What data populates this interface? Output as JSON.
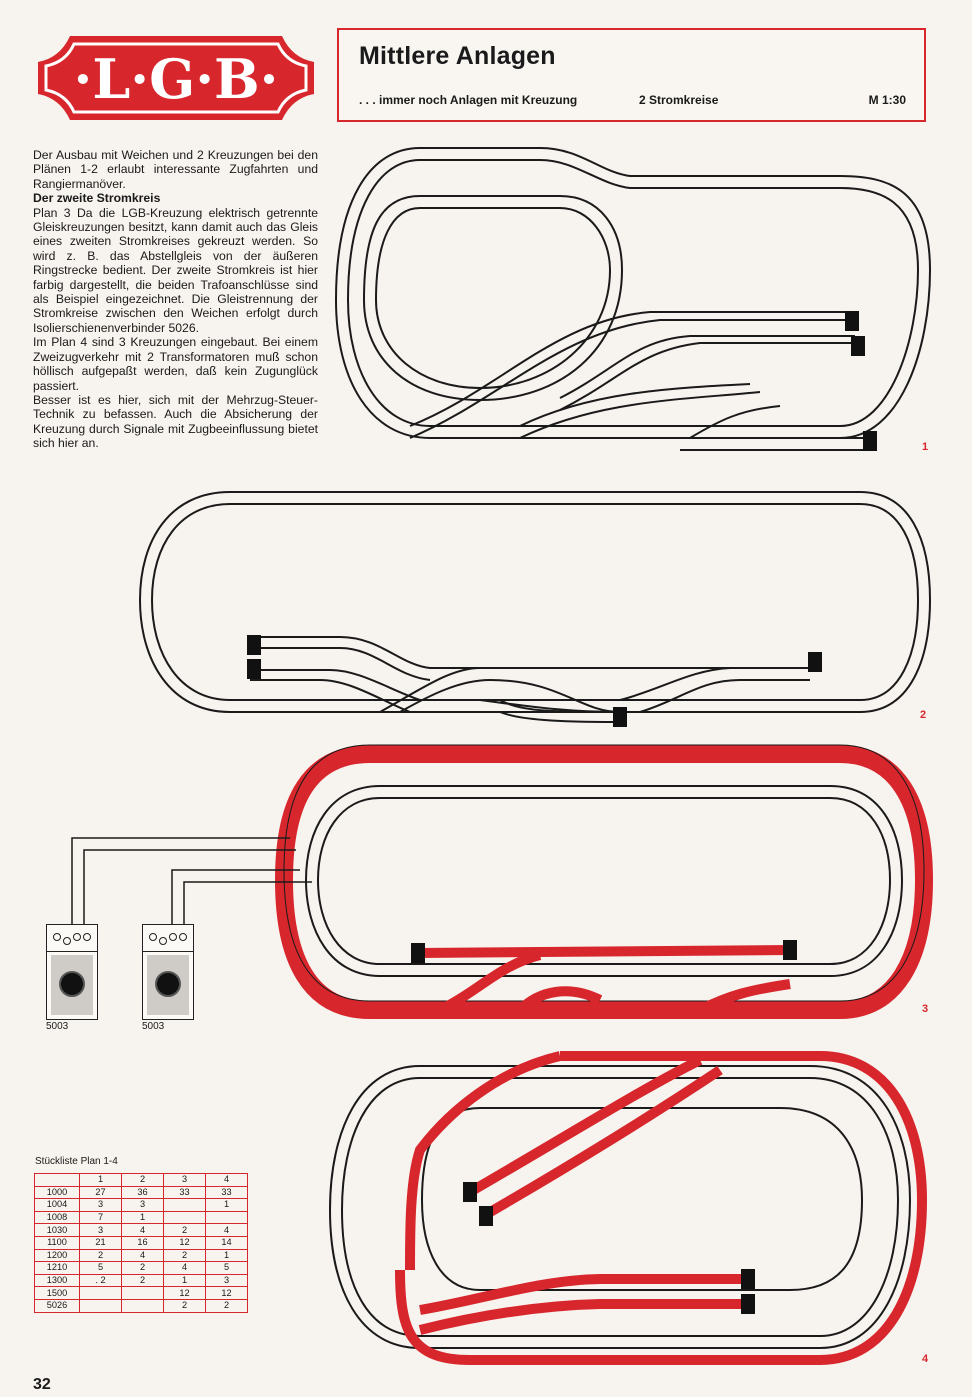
{
  "brand": {
    "logo_text": "·L·G·B·"
  },
  "header": {
    "title": "Mittlere Anlagen",
    "subtitle": ". . . immer noch Anlagen mit Kreuzung",
    "circuits": "2 Stromkreise",
    "scale": "M 1:30"
  },
  "intro": {
    "p1": "Der Ausbau mit Weichen und 2 Kreuzungen bei den Plänen 1-2 erlaubt interessante Zugfahrten und Rangiermanöver.",
    "subheading": "Der zweite Stromkreis",
    "p2": "Plan 3 Da die LGB-Kreuzung elektrisch getrennte Gleiskreuzungen besitzt, kann damit auch das Gleis eines zweiten Stromkreises gekreuzt werden. So wird z. B. das Abstellgleis von der äußeren Ringstrecke bedient. Der zweite Stromkreis ist hier farbig dargestellt, die beiden Trafoanschlüsse sind als Beispiel eingezeichnet. Die Gleistrennung der Stromkreise zwischen den Weichen erfolgt durch Isolierschienenverbinder 5026.",
    "p3": "Im Plan 4 sind 3 Kreuzungen eingebaut. Bei einem Zweizugverkehr mit 2 Transformatoren muß schon höllisch aufgepaßt werden, daß kein Zugunglück passiert.",
    "p4": "Besser ist es hier, sich mit der Mehrzug-Steuer-Technik zu befassen. Auch die Absicherung der Kreuzung durch Signale mit Zugbeeinflussung bietet sich hier an."
  },
  "plans": {
    "n1": "1",
    "n2": "2",
    "n3": "3",
    "n4": "4"
  },
  "transformers": [
    {
      "label": "5003"
    },
    {
      "label": "5003"
    }
  ],
  "parts_list": {
    "title": "Stückliste Plan 1-4",
    "headers": [
      "",
      "1",
      "2",
      "3",
      "4"
    ],
    "rows": [
      [
        "1000",
        "27",
        "36",
        "33",
        "33"
      ],
      [
        "1004",
        "3",
        "3",
        "",
        "1"
      ],
      [
        "1008",
        "7",
        "1",
        "",
        ""
      ],
      [
        "1030",
        "3",
        "4",
        "2",
        "4"
      ],
      [
        "1100",
        "21",
        "16",
        "12",
        "14"
      ],
      [
        "1200",
        "2",
        "4",
        "2",
        "1"
      ],
      [
        "1210",
        "5",
        "2",
        "4",
        "5"
      ],
      [
        "1300",
        ". 2",
        "2",
        "1",
        "3"
      ],
      [
        "1500",
        "",
        "",
        "12",
        "12"
      ],
      [
        "5026",
        "",
        "",
        "2",
        "2"
      ]
    ]
  },
  "page_number": "32",
  "colors": {
    "accent_red": "#d8262d",
    "track": "#1a1a1a"
  }
}
